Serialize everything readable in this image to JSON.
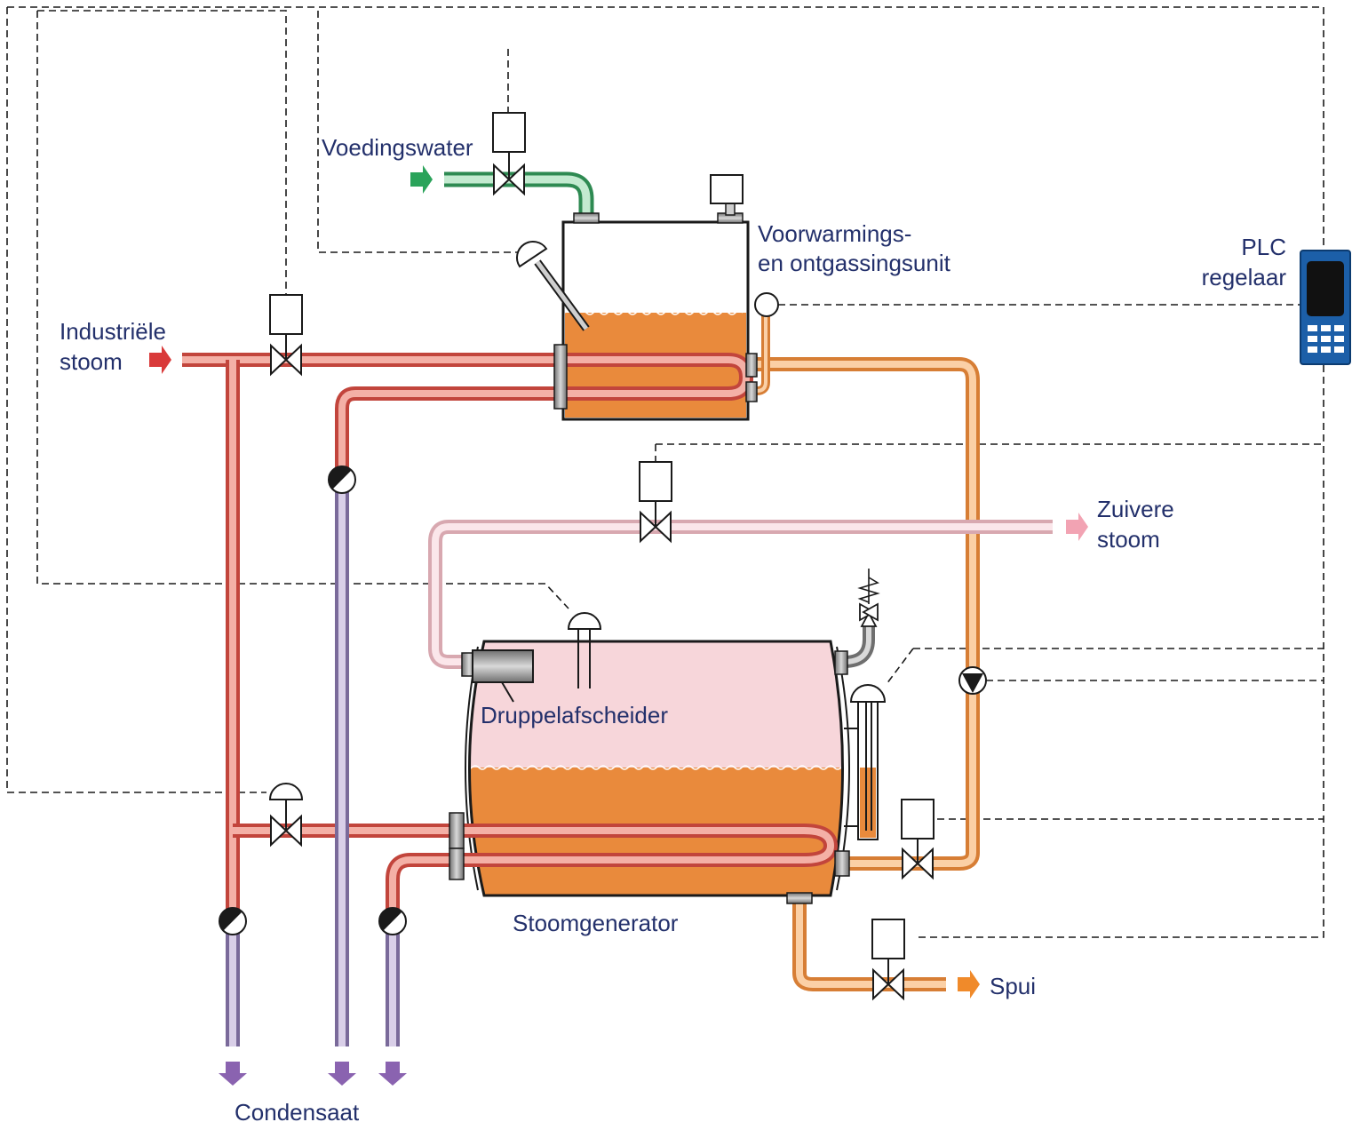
{
  "labels": {
    "feed_water": "Voedingswater",
    "preheater_line1": "Voorwarmings-",
    "preheater_line2": "en ontgassingsunit",
    "plc_line1": "PLC",
    "plc_line2": "regelaar",
    "industrial_steam_line1": "Industriële",
    "industrial_steam_line2": "stoom",
    "pure_steam_line1": "Zuivere",
    "pure_steam_line2": "stoom",
    "droplet_separator": "Druppelafscheider",
    "steam_generator": "Stoomgenerator",
    "blowdown": "Spui",
    "condensate": "Condensaat"
  },
  "colors": {
    "industrial_steam": "#e8857a",
    "condensate": "#b9a8cf",
    "feed_water": "#7fc39a",
    "pure_steam": "#f3c9cf",
    "heated_water": "#f0a766",
    "liquid": "#e98a3c",
    "vapor_space": "#f7d6da",
    "plc_body": "#1c5fa8",
    "arrow_red": "#d93a3a",
    "arrow_green": "#2aa35a",
    "arrow_pink": "#f2a3b3",
    "arrow_orange": "#f08a2a",
    "arrow_purple": "#8a63b0"
  }
}
